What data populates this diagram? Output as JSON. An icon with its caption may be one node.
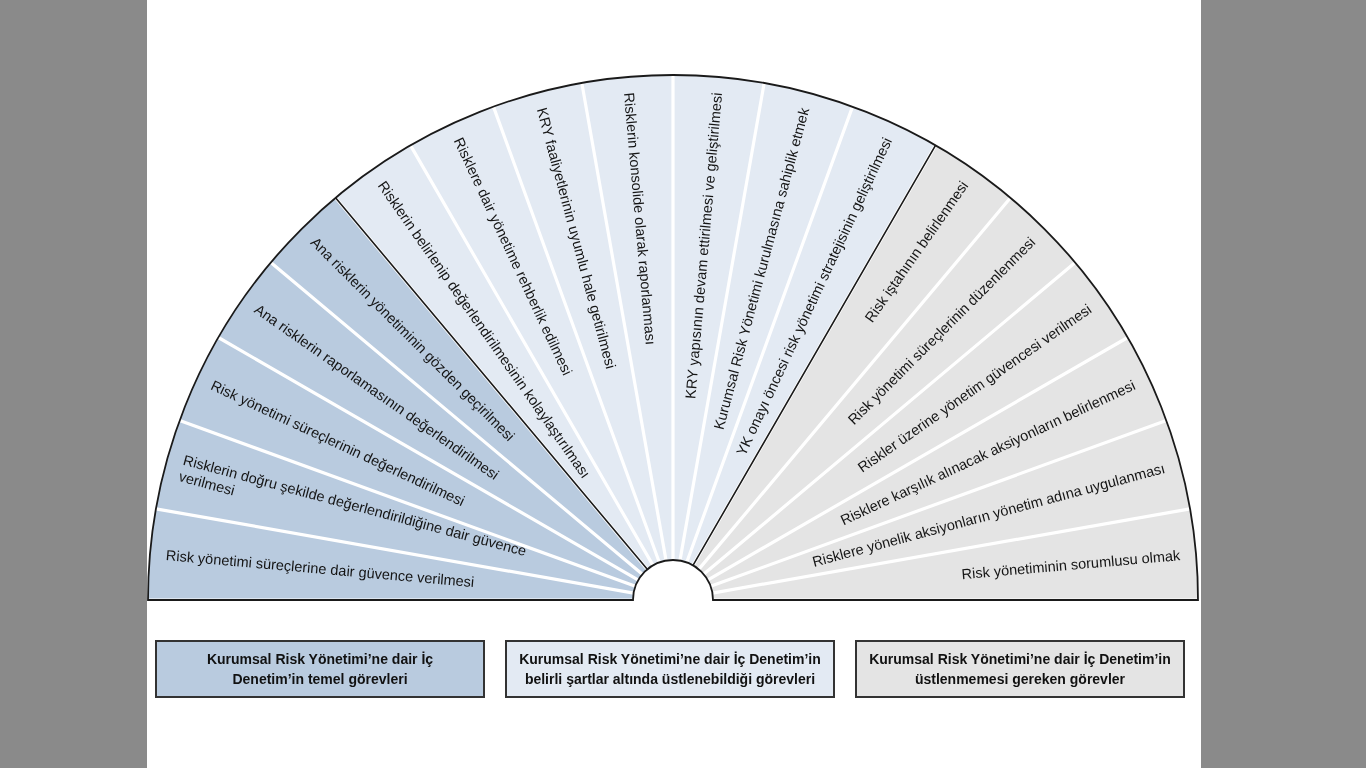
{
  "diagram": {
    "nodes": [
      {
        "text": [
          "Risk yönetimi süreçlerine dair güvence verilmesi"
        ]
      },
      {
        "text": [
          "Risklerin doğru şekilde değerlendirildiğine dair güvence verilmesi"
        ]
      },
      {
        "text": [
          "Risk yönetimi süreçlerinin değerlendirilmesi"
        ]
      },
      {
        "text": [
          "Ana risklerin raporlamasının değerlendirilmesi"
        ]
      },
      {
        "text": [
          "Ana risklerin yönetiminin gözden geçirilmesi"
        ]
      },
      {
        "text": [
          "Risklerin belirlenip değerlendirilmesinin kolaylaştırılması"
        ]
      },
      {
        "text": [
          "Risklere dair yönetime rehberlik edilmesi"
        ]
      },
      {
        "text": [
          "KRY faaliyetlerinin uyumlu hale getirilmesi"
        ]
      },
      {
        "text": [
          "Risklerin konsolide olarak raporlanması"
        ]
      },
      {
        "text": [
          "KRY yapısının devam ettirilmesi ve geliştirilmesi"
        ]
      },
      {
        "text": [
          "Kurumsal Risk Yönetimi kurulmasına sahiplik etmek"
        ]
      },
      {
        "text": [
          "YK onayı öncesi risk yönetimi stratejisinin geliştirilmesi"
        ]
      },
      {
        "text": [
          "Risk iştahının belirlenmesi"
        ]
      },
      {
        "text": [
          "Risk yönetimi süreçlerinin düzenlenmesi"
        ]
      },
      {
        "text": [
          "Riskler üzerine yönetim güvencesi verilmesi"
        ]
      },
      {
        "text": [
          "Risklere karşılık alınacak aksiyonların belirlenmesi"
        ]
      },
      {
        "text": [
          "Risklere yönelik aksiyonların yönetim adına uygulanması"
        ]
      },
      {
        "text": [
          "Risk yönetiminin sorumlusu olmak"
        ]
      }
    ],
    "legend": [
      {
        "text": "Kurumsal Risk Yönetimi’ne dair İç Denetim’in temel görevleri",
        "color": "#b9cbdf"
      },
      {
        "text": "Kurumsal Risk Yönetimi’ne dair İç Denetim’in belirli şartlar altında üstlenebildiği görevleri",
        "color": "#e3eaf3"
      },
      {
        "text": "Kurumsal Risk Yönetimi’ne dair İç Denetim’in üstlenmemesi gereken görevler",
        "color": "#e4e4e4"
      }
    ]
  }
}
